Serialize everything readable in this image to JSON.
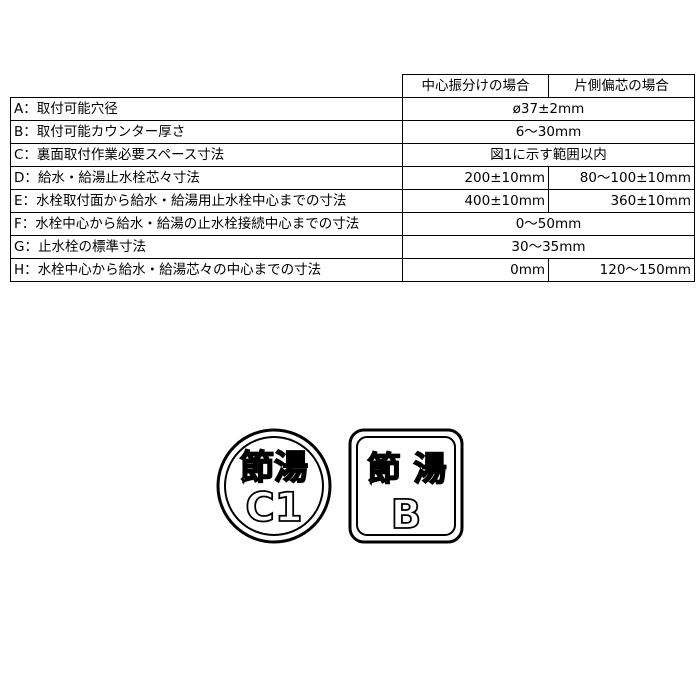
{
  "table": {
    "headers": [
      "中心振分けの場合",
      "片側偏芯の場合"
    ],
    "rows": [
      {
        "label": "A：取付可能穴径",
        "both": "ø37±2mm"
      },
      {
        "label": "B：取付可能カウンター厚さ",
        "both": "6～30mm"
      },
      {
        "label": "C：裏面取付作業必要スペース寸法",
        "both": "図1に示す範囲以内"
      },
      {
        "label": "D：給水・給湯止水栓芯々寸法",
        "center": "200±10mm",
        "side": "80～100±10mm"
      },
      {
        "label": "E：水栓取付面から給水・給湯用止水栓中心までの寸法",
        "center": "400±10mm",
        "side": "360±10mm"
      },
      {
        "label": "F：水栓中心から給水・給湯の止水栓接続中心までの寸法",
        "both": "0～50mm"
      },
      {
        "label": "G：止水栓の標準寸法",
        "both": "30～35mm"
      },
      {
        "label": "H：水栓中心から給水・給湯芯々の中心までの寸法",
        "center": "0mm",
        "side": "120～150mm"
      }
    ]
  },
  "badges": {
    "c1": {
      "line1": "節湯",
      "line2": "C1"
    },
    "b": {
      "line1": "節",
      "line1b": "湯",
      "line2": "B"
    }
  }
}
